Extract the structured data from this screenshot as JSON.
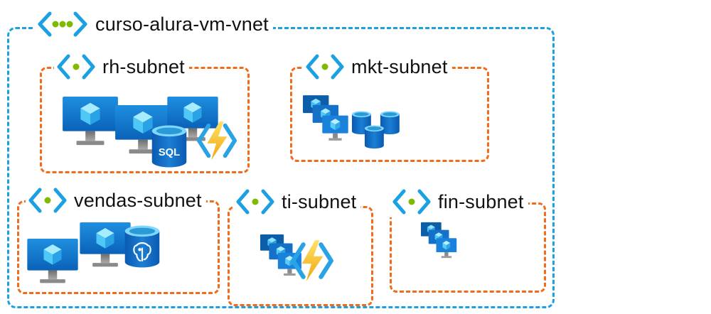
{
  "vnet": {
    "label": "curso-alura-vm-vnet",
    "icon": "virtual-network-icon",
    "border_color": "#1ba1e2"
  },
  "subnets": {
    "rh": {
      "label": "rh-subnet",
      "icon": "subnet-icon",
      "resources": [
        "virtual-machine-icon",
        "virtual-machine-icon",
        "virtual-machine-icon",
        "sql-database-icon",
        "function-app-icon"
      ]
    },
    "mkt": {
      "label": "mkt-subnet",
      "icon": "subnet-icon",
      "resources": [
        "vm-scale-set-icon",
        "sql-elastic-pool-icon"
      ]
    },
    "vendas": {
      "label": "vendas-subnet",
      "icon": "subnet-icon",
      "resources": [
        "virtual-machine-icon",
        "virtual-machine-icon",
        "postgresql-database-icon"
      ]
    },
    "ti": {
      "label": "ti-subnet",
      "icon": "subnet-icon",
      "resources": [
        "vm-scale-set-icon",
        "function-app-icon"
      ]
    },
    "fin": {
      "label": "fin-subnet",
      "icon": "subnet-icon",
      "resources": [
        "vm-scale-set-icon"
      ]
    }
  },
  "colors": {
    "subnet_border": "#f26b1d",
    "azure_blue": "#0078d4",
    "function_yellow": "#fcd116",
    "bracket_blue": "#1ba1e2",
    "dot_green": "#7fba00"
  },
  "db_labels": {
    "sql": "SQL"
  }
}
